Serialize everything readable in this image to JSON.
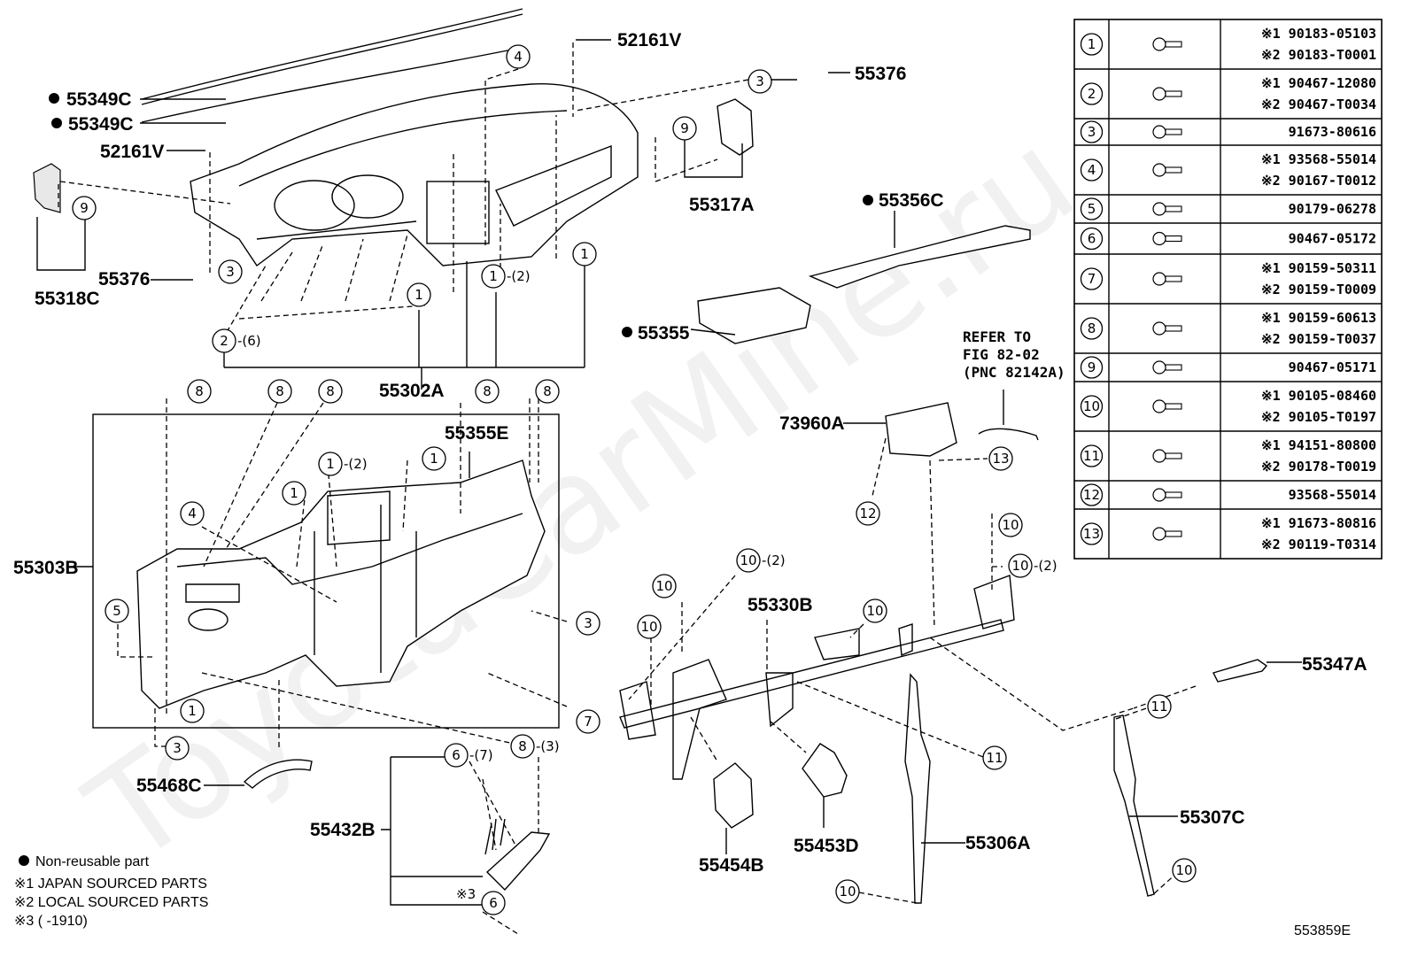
{
  "watermark": "ToyotaCarMine.ru",
  "figure_id": "553859E",
  "part_labels": {
    "p55349C_a": "55349C",
    "p55349C_b": "55349C",
    "p52161V_a": "52161V",
    "p52161V_b": "52161V",
    "p55376_a": "55376",
    "p55376_b": "55376",
    "p55318C": "55318C",
    "p55317A": "55317A",
    "p55356C": "55356C",
    "p55355": "55355",
    "p55302A": "55302A",
    "p55303B": "55303B",
    "p55355E": "55355E",
    "p73960A": "73960A",
    "p55330B": "55330B",
    "p55347A": "55347A",
    "p55468C": "55468C",
    "p55432B": "55432B",
    "p55454B": "55454B",
    "p55453D": "55453D",
    "p55306A": "55306A",
    "p55307C": "55307C"
  },
  "reference": {
    "line1": "REFER TO",
    "line2": "FIG 82-02",
    "line3": "(PNC 82142A)"
  },
  "suffixes": {
    "s2": "-(6)",
    "s1": "-(2)",
    "s10": "-(2)",
    "s8": "-(3)",
    "s6": "-(7)",
    "mark3": "※3"
  },
  "legend": {
    "non_reusable": "Non-reusable part",
    "note1": "※1 JAPAN SOURCED PARTS",
    "note2": "※2 LOCAL SOURCED PARTS",
    "note3": "※3 (       -1910)"
  },
  "fastener_table": [
    {
      "num": "1",
      "lines": [
        "※1 90183-05103",
        "※2 90183-T0001"
      ]
    },
    {
      "num": "2",
      "lines": [
        "※1 90467-12080",
        "※2 90467-T0034"
      ]
    },
    {
      "num": "3",
      "lines": [
        "91673-80616"
      ]
    },
    {
      "num": "4",
      "lines": [
        "※1 93568-55014",
        "※2 90167-T0012"
      ]
    },
    {
      "num": "5",
      "lines": [
        "90179-06278"
      ]
    },
    {
      "num": "6",
      "lines": [
        "90467-05172"
      ]
    },
    {
      "num": "7",
      "lines": [
        "※1 90159-50311",
        "※2 90159-T0009"
      ]
    },
    {
      "num": "8",
      "lines": [
        "※1 90159-60613",
        "※2 90159-T0037"
      ]
    },
    {
      "num": "9",
      "lines": [
        "90467-05171"
      ]
    },
    {
      "num": "10",
      "lines": [
        "※1 90105-08460",
        "※2 90105-T0197"
      ]
    },
    {
      "num": "11",
      "lines": [
        "※1 94151-80800",
        "※2 90178-T0019"
      ]
    },
    {
      "num": "12",
      "lines": [
        "93568-55014"
      ]
    },
    {
      "num": "13",
      "lines": [
        "※1 91673-80816",
        "※2 90119-T0314"
      ]
    }
  ]
}
